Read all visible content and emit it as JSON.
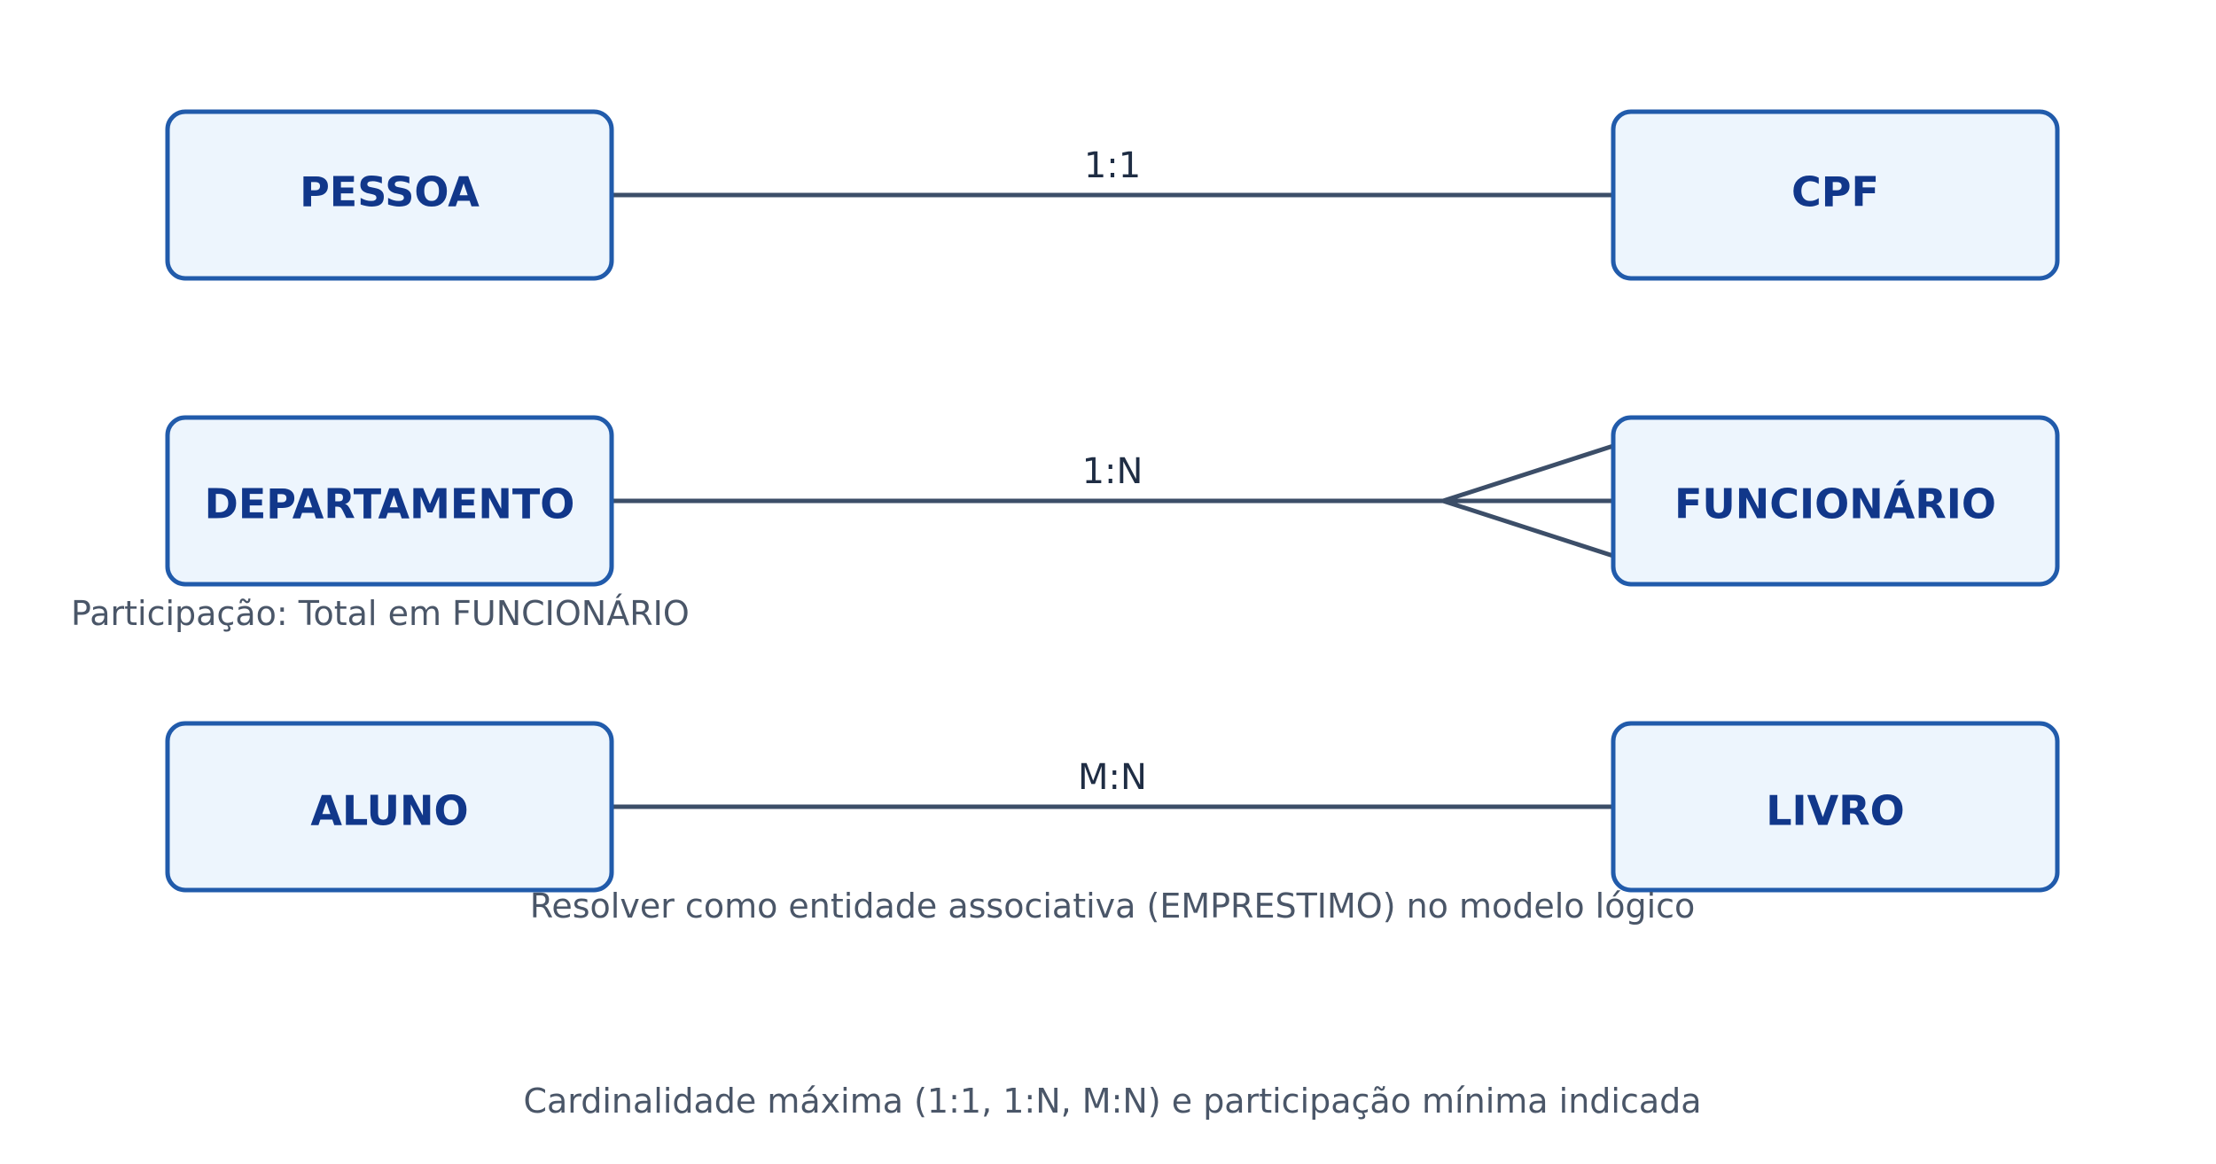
{
  "relationships": [
    {
      "left_entity": "PESSOA",
      "right_entity": "CPF",
      "cardinality": "1:1"
    },
    {
      "left_entity": "DEPARTAMENTO",
      "right_entity": "FUNCIONÁRIO",
      "cardinality": "1:N",
      "note": "Participação: Total em FUNCIONÁRIO"
    },
    {
      "left_entity": "ALUNO",
      "right_entity": "LIVRO",
      "cardinality": "M:N",
      "note": "Resolver como entidade associativa (EMPRESTIMO) no modelo lógico"
    }
  ],
  "footer_note": "Cardinalidade máxima (1:1, 1:N, M:N) e participação mínima indicada",
  "colors": {
    "entity_fill": "#edf5fd",
    "entity_border": "#215bab",
    "entity_text": "#11378a",
    "line": "#3c4e68",
    "note_text": "#4a5668"
  }
}
